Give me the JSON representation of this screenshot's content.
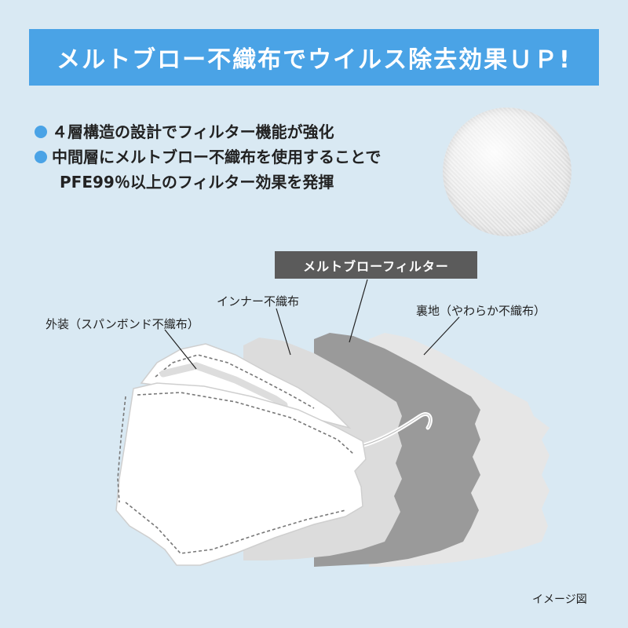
{
  "banner": {
    "title": "メルトブロー不織布でウイルス除去効果ＵＰ!"
  },
  "bullets": [
    {
      "lines": [
        "４層構造の設計でフィルター機能が強化"
      ]
    },
    {
      "lines": [
        "中間層にメルトブロー不織布を使用することで",
        "PFE99％以上のフィルター効果を発揮"
      ]
    }
  ],
  "labels": {
    "meltblown": "メルトブローフィルター",
    "outer": "外装（スパンボンド不織布）",
    "inner": "インナー不織布",
    "back": "裏地（やわらか不織布）"
  },
  "caption": "イメージ図",
  "colors": {
    "background": "#d9e9f3",
    "banner": "#4aa3e6",
    "bullet_dot": "#4aa3e6",
    "layer_inner": "#dcdcdc",
    "layer_meltblown": "#9a9a9a",
    "layer_back": "#e6e6e6"
  }
}
